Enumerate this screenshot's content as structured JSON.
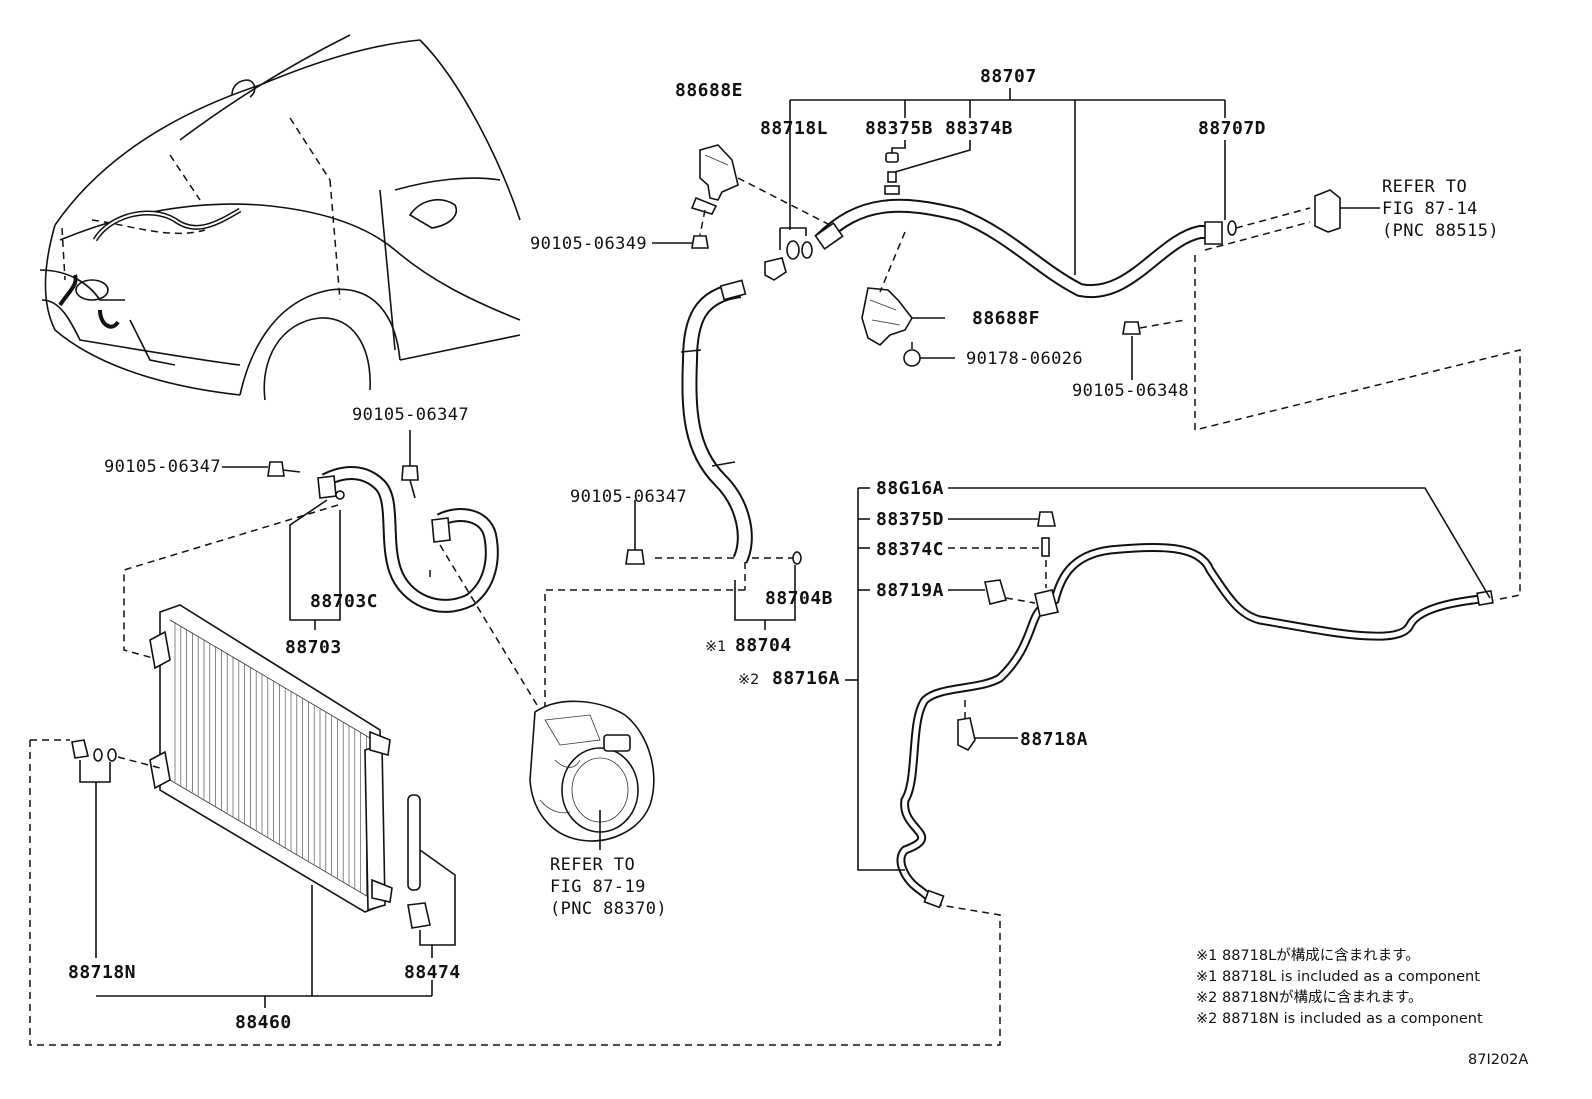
{
  "labels": {
    "p88707": "88707",
    "p88688E": "88688E",
    "p88718L": "88718L",
    "p88375B": "88375B",
    "p88374B": "88374B",
    "p88707D": "88707D",
    "p90105_06349": "90105-06349",
    "p88688F": "88688F",
    "p90178_06026": "90178-06026",
    "p90105_06348": "90105-06348",
    "p90105_06347_a": "90105-06347",
    "p90105_06347_b": "90105-06347",
    "p90105_06347_c": "90105-06347",
    "p88703C": "88703C",
    "p88703": "88703",
    "p88704B": "88704B",
    "p88704": "88704",
    "p88716A": "88716A",
    "p88G16A": "88G16A",
    "p88375D": "88375D",
    "p88374C": "88374C",
    "p88719A": "88719A",
    "p88718A": "88718A",
    "p88718N": "88718N",
    "p88474": "88474",
    "p88460": "88460",
    "mark1": "※1",
    "mark2": "※2"
  },
  "refs": {
    "fig8714": [
      "REFER TO",
      "FIG 87-14",
      "(PNC 88515)"
    ],
    "fig8719": [
      "REFER TO",
      "FIG 87-19",
      "(PNC 88370)"
    ]
  },
  "notes": [
    "※1 88718Lが構成に含まれます。",
    "※1 88718L is included as a component",
    "※2 88718Nが構成に含まれます。",
    "※2 88718N is included as a component"
  ],
  "figure_id": "87I202A"
}
